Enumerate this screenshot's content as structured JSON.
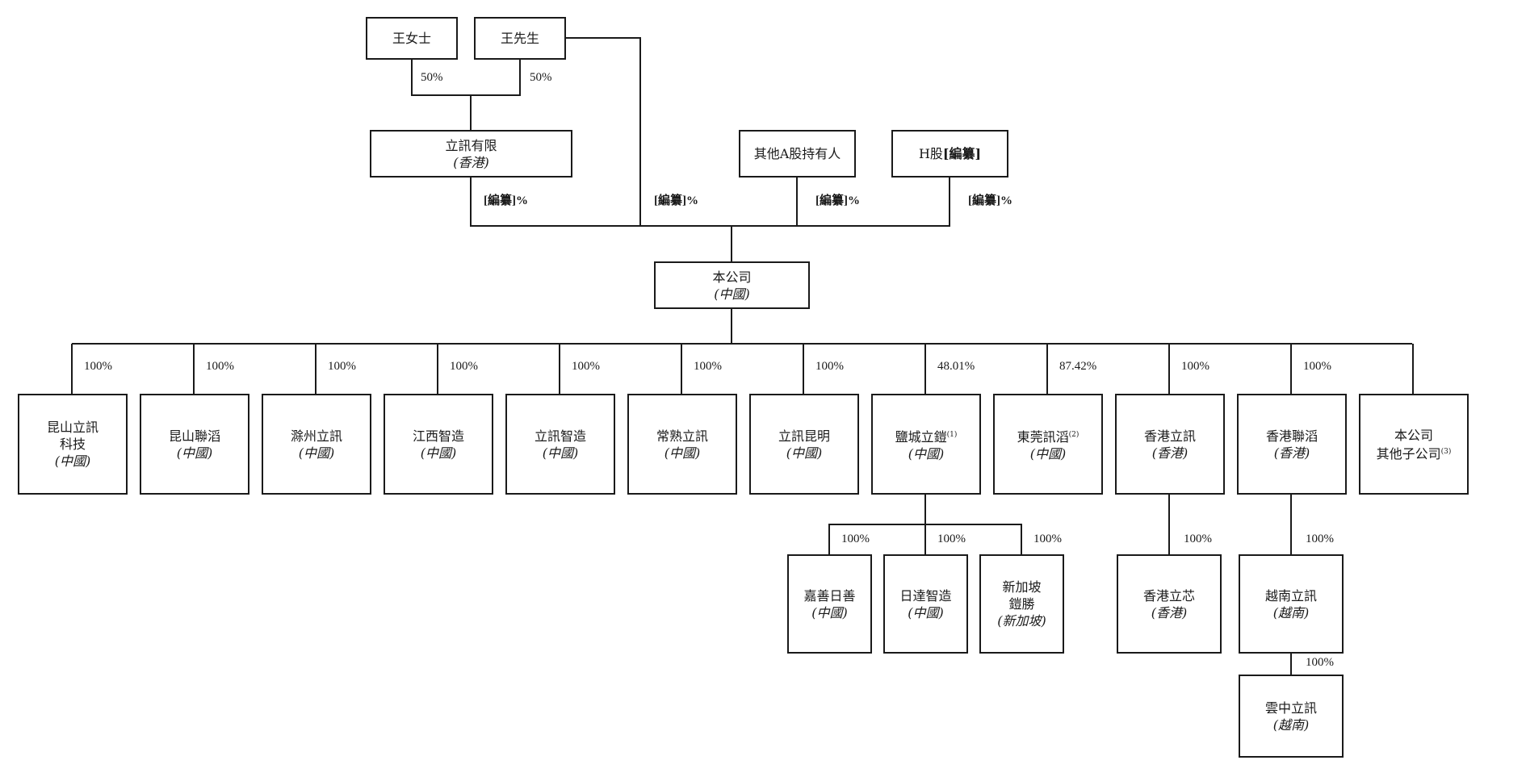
{
  "shareholders": [
    {
      "id": "ms_wang",
      "name": "王女士"
    },
    {
      "id": "mr_wang",
      "name": "王先生"
    },
    {
      "id": "luxshare_ltd",
      "name": "立訊有限",
      "location": "(香港)"
    },
    {
      "id": "other_a",
      "name": "其他A股持有人"
    },
    {
      "id": "h_shares",
      "name": "H股",
      "name_suffix": "[編纂]"
    }
  ],
  "shareholder_percents": {
    "ms_wang_to_luxshare_ltd": "50%",
    "mr_wang_to_luxshare_ltd": "50%",
    "luxshare_ltd_to_company": "[編纂]%",
    "mr_wang_to_company": "[編纂]%",
    "other_a_to_company": "[編纂]%",
    "h_shares_to_company": "[編纂]%"
  },
  "company": {
    "name": "本公司",
    "location": "(中國)"
  },
  "subsidiaries": [
    {
      "name": "昆山立訊",
      "name2": "科技",
      "location": "(中國)",
      "percent": "100%"
    },
    {
      "name": "昆山聯滔",
      "location": "(中國)",
      "percent": "100%"
    },
    {
      "name": "滁州立訊",
      "location": "(中國)",
      "percent": "100%"
    },
    {
      "name": "江西智造",
      "location": "(中國)",
      "percent": "100%"
    },
    {
      "name": "立訊智造",
      "location": "(中國)",
      "percent": "100%"
    },
    {
      "name": "常熟立訊",
      "location": "(中國)",
      "percent": "100%"
    },
    {
      "name": "立訊昆明",
      "location": "(中國)",
      "percent": "100%"
    },
    {
      "name": "鹽城立鎧",
      "note": "(1)",
      "location": "(中國)",
      "percent": "48.01%"
    },
    {
      "name": "東莞訊滔",
      "note": "(2)",
      "location": "(中國)",
      "percent": "87.42%"
    },
    {
      "name": "香港立訊",
      "location": "(香港)",
      "percent": "100%"
    },
    {
      "name": "香港聯滔",
      "location": "(香港)",
      "percent": "100%"
    },
    {
      "name": "本公司",
      "name2": "其他子公司",
      "note": "(3)",
      "location": "",
      "percent": ""
    }
  ],
  "sub_subsidiaries": {
    "yancheng": [
      {
        "name": "嘉善日善",
        "location": "(中國)",
        "percent": "100%"
      },
      {
        "name": "日達智造",
        "location": "(中國)",
        "percent": "100%"
      },
      {
        "name": "新加坡",
        "name2": "鎧勝",
        "location": "(新加坡)",
        "percent": "100%"
      }
    ],
    "hk_luxshare": [
      {
        "name": "香港立芯",
        "location": "(香港)",
        "percent": "100%"
      }
    ],
    "hk_lianto": [
      {
        "name": "越南立訊",
        "location": "(越南)",
        "percent": "100%"
      }
    ],
    "vietnam": [
      {
        "name": "雲中立訊",
        "location": "(越南)",
        "percent": "100%"
      }
    ]
  }
}
